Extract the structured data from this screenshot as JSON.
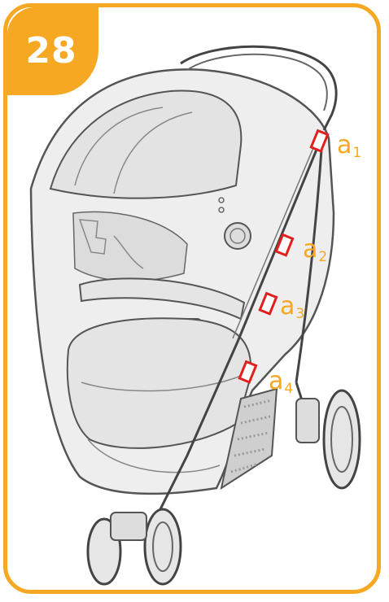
{
  "step": {
    "number": "28"
  },
  "callouts": [
    {
      "letter": "a",
      "index": "1",
      "label": "a1"
    },
    {
      "letter": "a",
      "index": "2",
      "label": "a2"
    },
    {
      "letter": "a",
      "index": "3",
      "label": "a3"
    },
    {
      "letter": "a",
      "index": "4",
      "label": "a4"
    }
  ],
  "colors": {
    "accent": "#f7a823",
    "marker": "#e0201f",
    "line": "#444444",
    "fill": "#e9e9e9"
  }
}
